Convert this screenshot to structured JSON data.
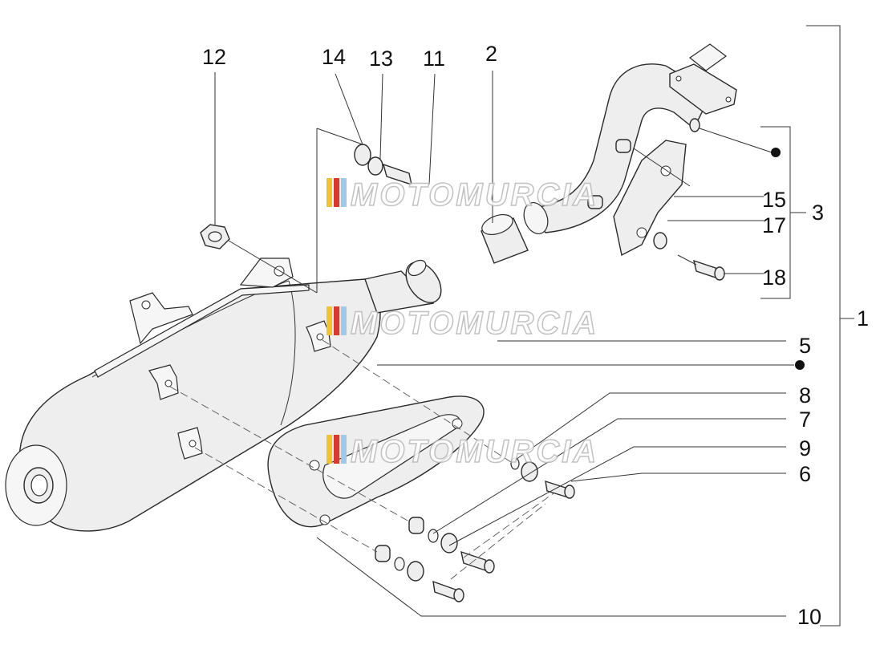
{
  "labels": {
    "l1": "1",
    "l2": "2",
    "l3": "3",
    "l5": "5",
    "l6": "6",
    "l7": "7",
    "l8": "8",
    "l9": "9",
    "l10": "10",
    "l11": "11",
    "l12": "12",
    "l13": "13",
    "l14": "14",
    "l15": "15",
    "l17": "17",
    "l18": "18"
  },
  "watermark": {
    "text": "MOTOMURCIA",
    "stripe_colors": [
      "#f2c230",
      "#d93a2b",
      "#9ec9e8"
    ]
  }
}
